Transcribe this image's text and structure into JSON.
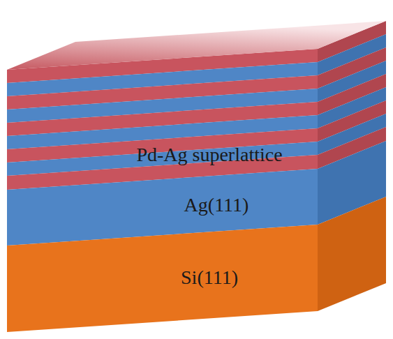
{
  "diagram": {
    "nodes": [
      {
        "text": [
          "Pd-Ag superlattice"
        ]
      },
      {
        "text": [
          "Ag(111)"
        ]
      },
      {
        "text": [
          "Si(111)"
        ]
      }
    ]
  }
}
